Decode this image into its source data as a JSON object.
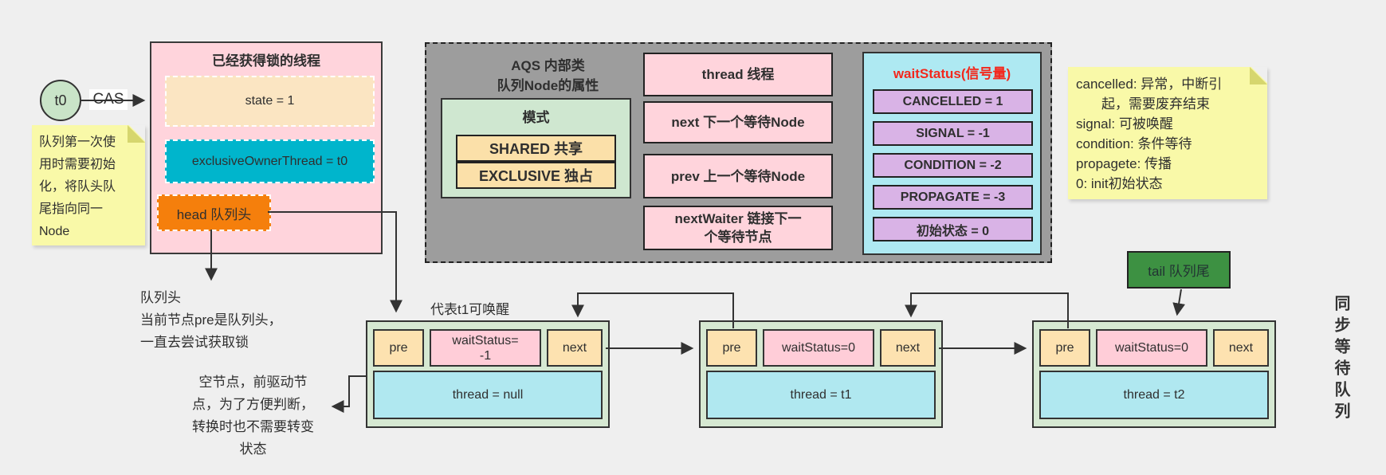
{
  "colors": {
    "pink": "#ffd4dc",
    "peach": "#fbe5c2",
    "cyan": "#00b5cc",
    "orange": "#f57f0c",
    "gray": "#9d9d9d",
    "green_light": "#cfe7d0",
    "mode_item": "#fbe0a9",
    "purple": "#d9b3e6",
    "cyan_light": "#aee9f2",
    "node_green": "#d6e8d2",
    "node_cell_orange": "#fde2b0",
    "node_cell_pink": "#ffcdd8",
    "node_cell_cyan": "#b0e8f0",
    "tail_green": "#3d9142",
    "circle_green": "#c9e4c8",
    "note_yellow": "#f9f9a8",
    "note_fold": "#d6d66e",
    "red": "#f3281d"
  },
  "t0_label": "t0",
  "cas_label": "CAS",
  "lock_box": {
    "title": "已经获得锁的线程",
    "state": "state = 1",
    "owner": "exclusiveOwnerThread = t0",
    "head": "head 队列头"
  },
  "left_note": "队列第一次使\n用时需要初始\n化，将队头队\n尾指向同一\nNode",
  "aqs_box": {
    "title": "AQS 内部类\n队列Node的属性",
    "mode_title": "模式",
    "mode_items": [
      "SHARED 共享",
      "EXCLUSIVE 独占"
    ],
    "props": [
      "thread 线程",
      "next 下一个等待Node",
      "prev 上一个等待Node",
      "nextWaiter 链接下一\n个等待节点"
    ],
    "wait_status_title": "waitStatus(信号量)",
    "wait_status_items": [
      "CANCELLED = 1",
      "SIGNAL = -1",
      "CONDITION = -2",
      "PROPAGATE = -3",
      "初始状态 = 0"
    ]
  },
  "right_note": {
    "lines": [
      "cancelled: 异常，中断引",
      "起，需要废弃结束",
      "signal: 可被唤醒",
      "condition: 条件等待",
      "propagete: 传播",
      "0: init初始状态"
    ]
  },
  "notes": {
    "head_note": "队列头\n当前节点pre是队列头，\n一直去尝试获取锁",
    "empty_node_note": "空节点，前驱动节\n点，为了方便判断，\n转换时也不需要转变\n状态",
    "wakeup_note": "代表t1可唤醒",
    "tail_label": "tail 队列尾",
    "sync_queue_label": "同步等待队列"
  },
  "queue_nodes": [
    {
      "pre": "pre",
      "wait_status": "waitStatus=\n-1",
      "next": "next",
      "thread": "thread = null"
    },
    {
      "pre": "pre",
      "wait_status": "waitStatus=0",
      "next": "next",
      "thread": "thread = t1"
    },
    {
      "pre": "pre",
      "wait_status": "waitStatus=0",
      "next": "next",
      "thread": "thread = t2"
    }
  ]
}
